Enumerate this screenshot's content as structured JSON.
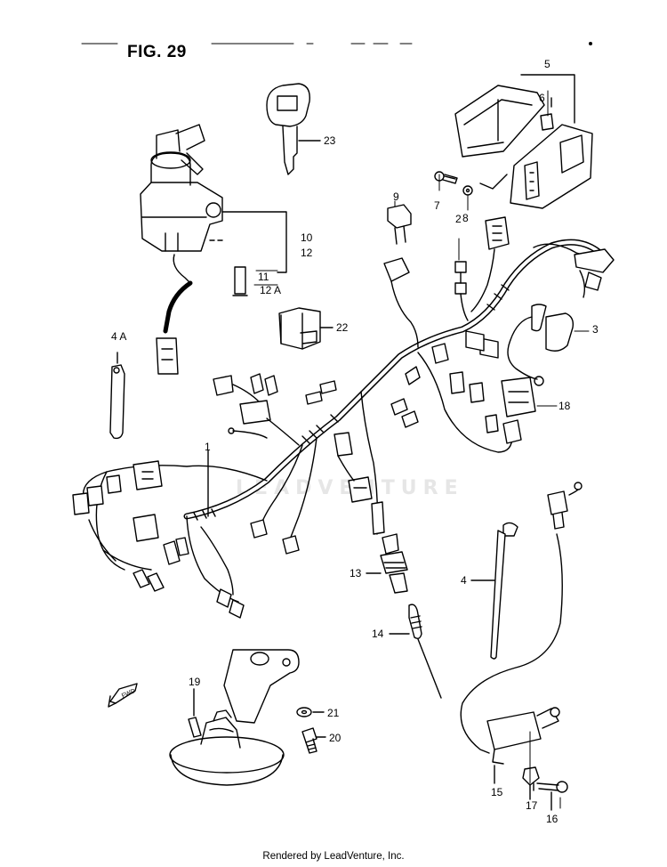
{
  "figure": {
    "title": "FIG. 29"
  },
  "watermark": "LEADVENTURE",
  "footer": "Rendered by LeadVenture, Inc.",
  "direction_arrow": {
    "label": "FWD",
    "icon": "forward-arrow-icon"
  },
  "callouts": [
    {
      "id": "1",
      "text": "1"
    },
    {
      "id": "2",
      "text": "2"
    },
    {
      "id": "3",
      "text": "3"
    },
    {
      "id": "4",
      "text": "4"
    },
    {
      "id": "4A",
      "text": "4 A"
    },
    {
      "id": "5",
      "text": "5"
    },
    {
      "id": "6",
      "text": "6"
    },
    {
      "id": "7",
      "text": "7"
    },
    {
      "id": "8",
      "text": "8"
    },
    {
      "id": "9",
      "text": "9"
    },
    {
      "id": "10",
      "text": "10"
    },
    {
      "id": "11",
      "text": "11"
    },
    {
      "id": "12",
      "text": "12"
    },
    {
      "id": "12A",
      "text": "12 A"
    },
    {
      "id": "13",
      "text": "13"
    },
    {
      "id": "14",
      "text": "14"
    },
    {
      "id": "15",
      "text": "15"
    },
    {
      "id": "16",
      "text": "16"
    },
    {
      "id": "17",
      "text": "17"
    },
    {
      "id": "18",
      "text": "18"
    },
    {
      "id": "19",
      "text": "19"
    },
    {
      "id": "20",
      "text": "20"
    },
    {
      "id": "21",
      "text": "21"
    },
    {
      "id": "22",
      "text": "22"
    },
    {
      "id": "23",
      "text": "23"
    }
  ]
}
